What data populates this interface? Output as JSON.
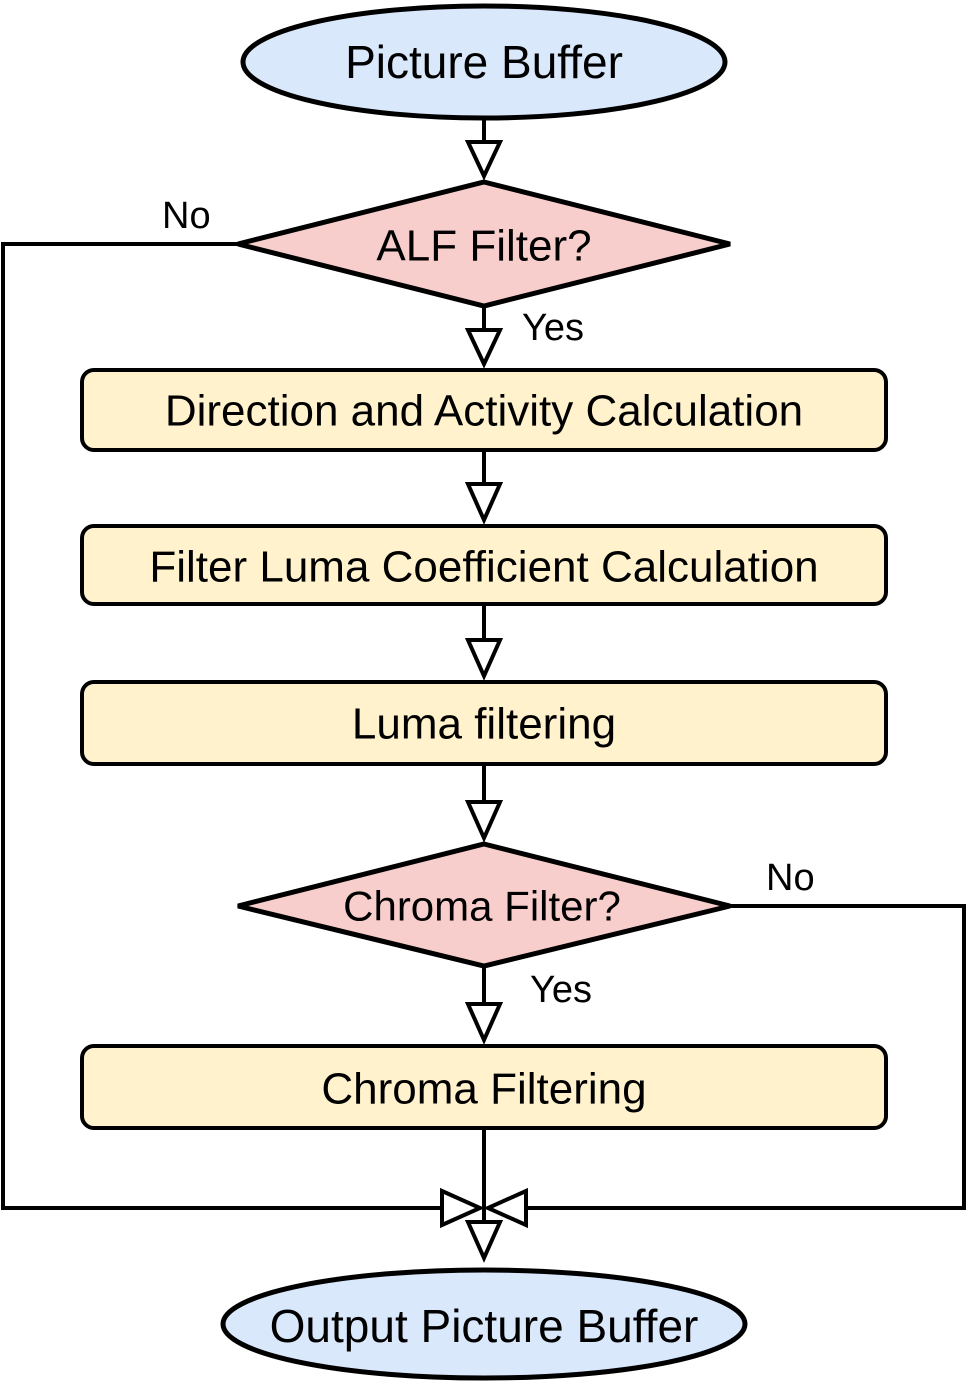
{
  "colors": {
    "terminal_fill": "#dae8fc",
    "decision_fill": "#f8cecc",
    "process_fill": "#fff2cc",
    "stroke": "#000000"
  },
  "nodes": {
    "start": {
      "label": "Picture Buffer",
      "shape": "ellipse"
    },
    "alf_decision": {
      "label": "ALF Filter?",
      "shape": "diamond"
    },
    "direction_activity": {
      "label": "Direction and Activity Calculation",
      "shape": "rounded-rect"
    },
    "luma_coeff": {
      "label": "Filter Luma Coefficient Calculation",
      "shape": "rounded-rect"
    },
    "luma_filtering": {
      "label": "Luma filtering",
      "shape": "rounded-rect"
    },
    "chroma_decision": {
      "label": "Chroma Filter?",
      "shape": "diamond"
    },
    "chroma_filtering": {
      "label": "Chroma Filtering",
      "shape": "rounded-rect"
    },
    "end": {
      "label": "Output Picture Buffer",
      "shape": "ellipse"
    }
  },
  "edges": {
    "alf_no": "No",
    "alf_yes": "Yes",
    "chroma_no": "No",
    "chroma_yes": "Yes"
  }
}
